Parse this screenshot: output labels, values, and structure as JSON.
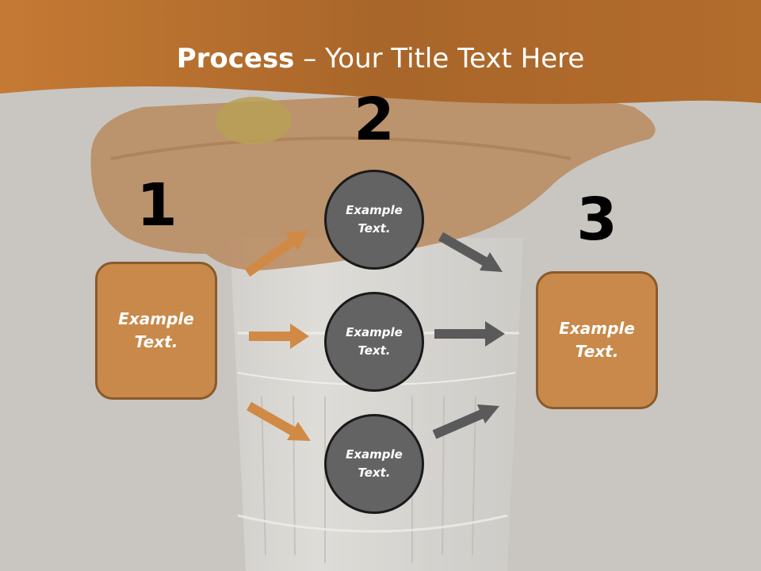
{
  "title": {
    "bold": "Process",
    "rest": " – Your Title Text Here"
  },
  "steps": {
    "one": {
      "number": "1",
      "line1": "Example",
      "line2": "Text."
    },
    "two": {
      "number": "2"
    },
    "three": {
      "number": "3",
      "line1": "Example",
      "line2": "Text."
    }
  },
  "circles": [
    {
      "line1": "Example",
      "line2": "Text."
    },
    {
      "line1": "Example",
      "line2": "Text."
    },
    {
      "line1": "Example",
      "line2": "Text."
    }
  ],
  "colors": {
    "header": "#b86f2a",
    "box_fill": "#c8894a",
    "circle_fill": "#636363",
    "arrow_orange": "#d08a45",
    "arrow_gray": "#5a5a5a"
  }
}
